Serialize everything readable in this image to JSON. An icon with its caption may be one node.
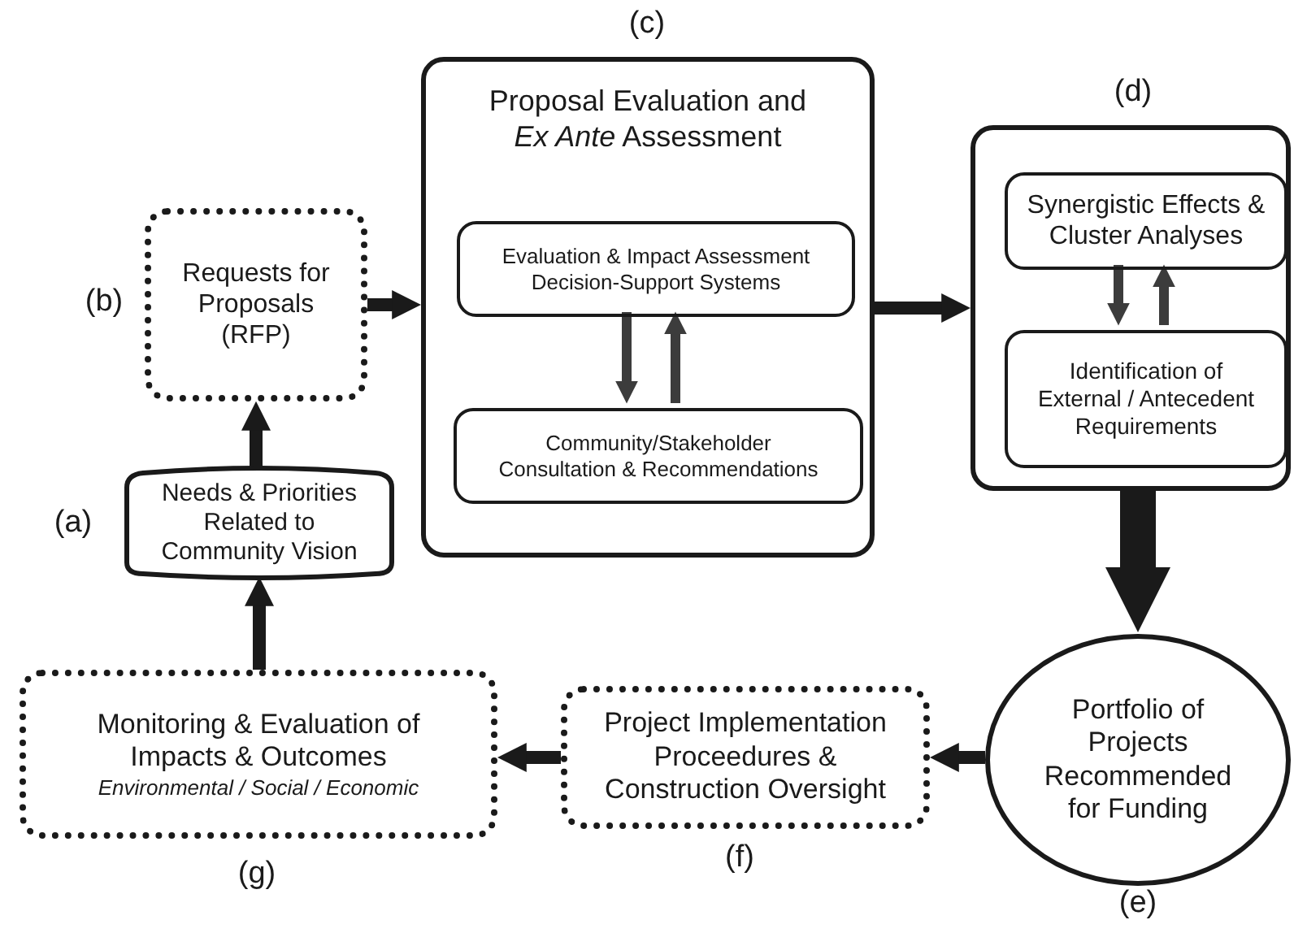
{
  "diagram": {
    "nodes": [
      {
        "text": [
          "Needs & Priorities Related to Community Vision"
        ],
        "beside": [
          "(a)"
        ]
      },
      {
        "text": [
          "Requests for Proposals (RFP)"
        ],
        "beside": [
          "(b)"
        ]
      },
      {
        "text": [
          "Proposal Evaluation and *Ex Ante* Assessment"
        ],
        "beside": [
          "(c)"
        ]
      },
      {
        "text": [
          "Evaluation & Impact Assessment Decision-Support Systems"
        ],
        "in": 2
      },
      {
        "text": [
          "Community/Stakeholder Consultation & Recommendations"
        ],
        "in": 2
      },
      {
        "text": [],
        "shape": "box",
        "beside": [
          "(d)"
        ]
      },
      {
        "text": [
          "Synergistic Effects & Cluster Analyses"
        ],
        "in": 5
      },
      {
        "text": [
          "Identification of External / Antecedent Requirements"
        ],
        "in": 5
      },
      {
        "text": [
          "Portfolio of Projects Recommended for Funding"
        ],
        "beside": [
          "(e)"
        ]
      },
      {
        "text": [
          "Project Implementation Proceedures & Construction Oversight"
        ],
        "beside": [
          "(f)"
        ]
      },
      {
        "text": [
          "Monitoring & Evaluation of Impacts & Outcomes",
          "Environmental / Social / Economic"
        ],
        "beside": [
          "(g)"
        ]
      }
    ],
    "edges": [
      {
        "from": 0,
        "to": 1,
        "arrow": "to"
      },
      {
        "from": 1,
        "to": 2,
        "arrow": "to"
      },
      {
        "from": 3,
        "to": 4,
        "arrow": "to",
        "color": "#3c3c3c"
      },
      {
        "from": 4,
        "to": 3,
        "arrow": "to",
        "color": "#3c3c3c"
      },
      {
        "from": 2,
        "to": 5,
        "arrow": "to"
      },
      {
        "from": 6,
        "to": 7,
        "arrow": "to",
        "color": "#3c3c3c"
      },
      {
        "from": 7,
        "to": 6,
        "arrow": "to",
        "color": "#3c3c3c"
      },
      {
        "from": 5,
        "to": 8,
        "arrow": "to",
        "style": "thick"
      },
      {
        "from": 8,
        "to": 9,
        "arrow": "to"
      },
      {
        "from": 9,
        "to": 10,
        "arrow": "to"
      },
      {
        "from": 10,
        "to": 0,
        "arrow": "to"
      }
    ]
  }
}
